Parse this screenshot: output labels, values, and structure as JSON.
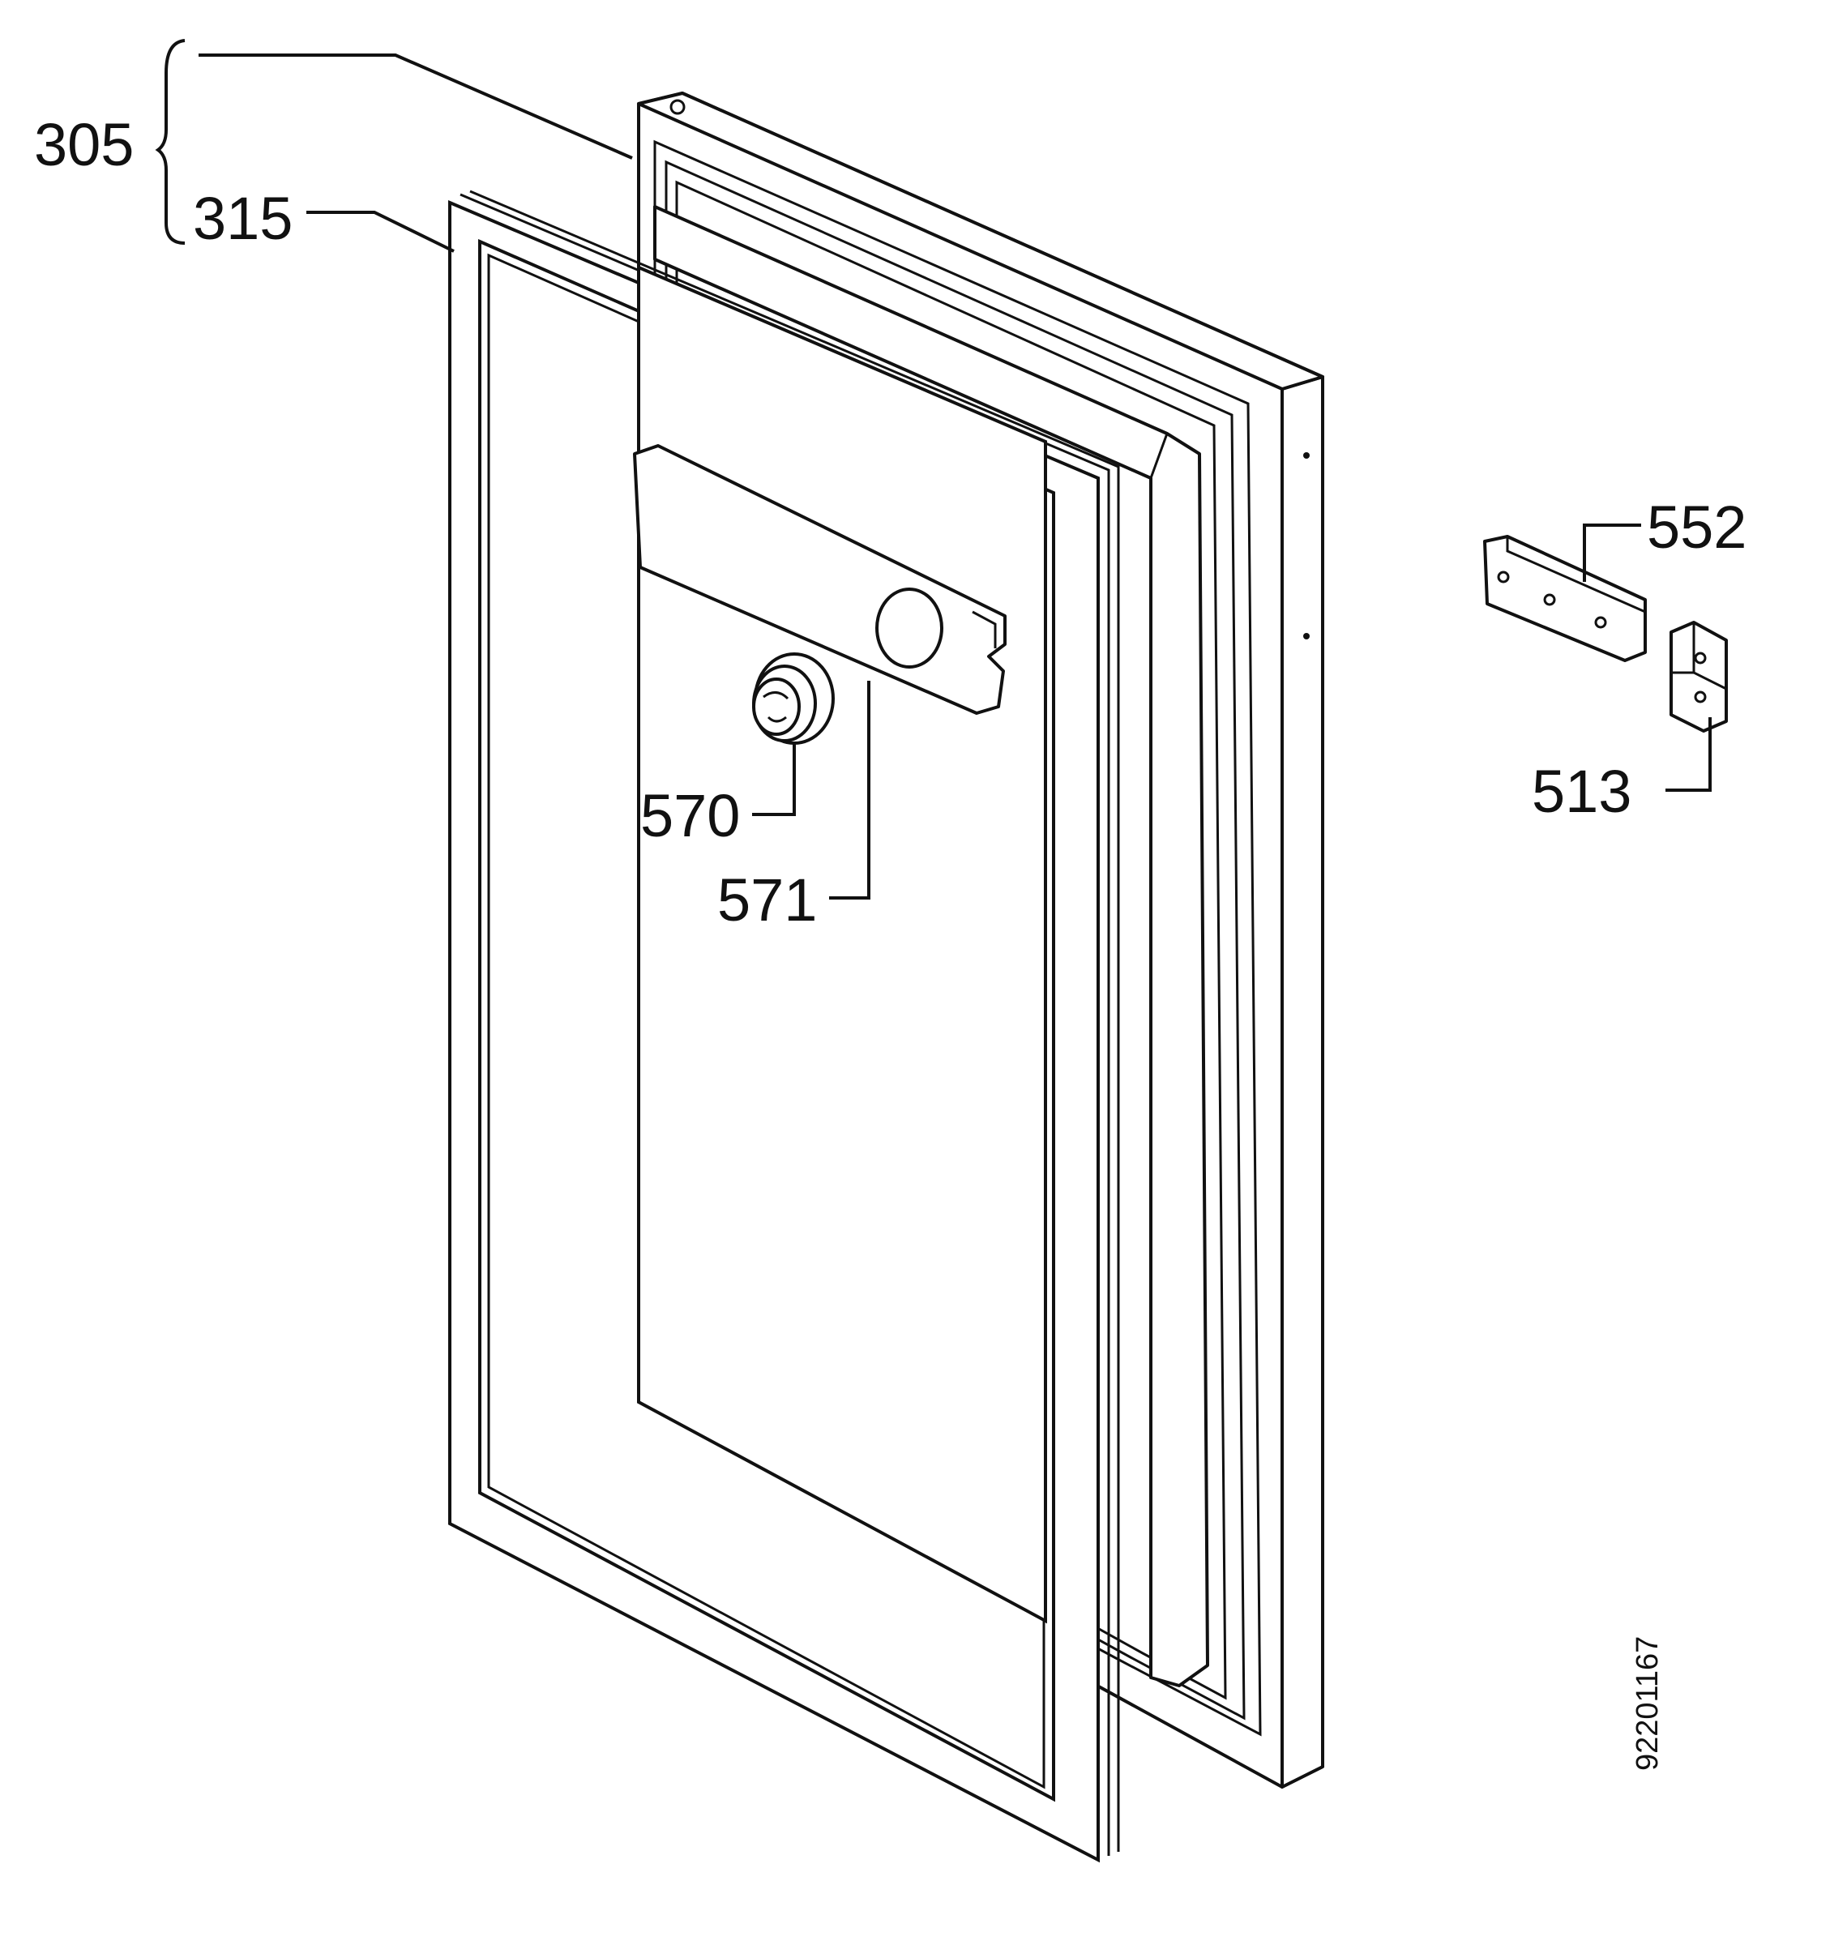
{
  "callouts": {
    "c305": "305",
    "c315": "315",
    "c552": "552",
    "c513": "513",
    "c570": "570",
    "c571": "571"
  },
  "document_number": "92201167"
}
